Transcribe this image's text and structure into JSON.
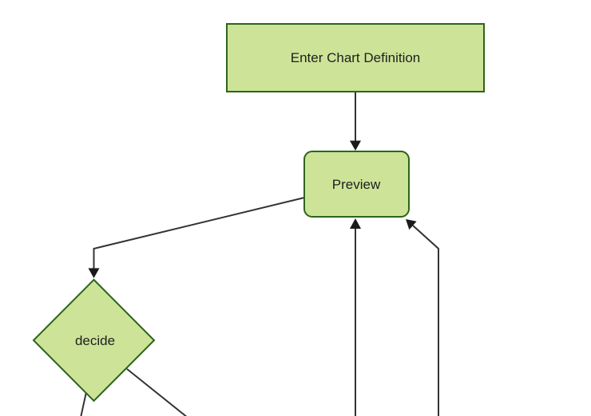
{
  "diagram": {
    "type": "flowchart",
    "direction": "top-down",
    "nodes": [
      {
        "id": "enter-chart-definition",
        "label": "Enter Chart Definition",
        "shape": "rectangle"
      },
      {
        "id": "preview",
        "label": "Preview",
        "shape": "rounded-rectangle"
      },
      {
        "id": "decide",
        "label": "decide",
        "shape": "diamond"
      }
    ],
    "edges": [
      {
        "from": "enter-chart-definition",
        "to": "preview",
        "arrow": true
      },
      {
        "from": "preview",
        "to": "decide",
        "arrow": true
      },
      {
        "from": "decide",
        "to": "offscreen-bottom-left",
        "arrow": false
      },
      {
        "from": "decide",
        "to": "offscreen-bottom-right",
        "arrow": false
      },
      {
        "from": "offscreen-bottom-center",
        "to": "preview",
        "arrow": true
      },
      {
        "from": "offscreen-bottom-right",
        "to": "preview",
        "arrow": true
      }
    ],
    "colors": {
      "background": "#ffffff",
      "node_fill": "#cde498",
      "node_border": "#2d641b",
      "edge_line": "#333333",
      "arrowhead": "#1a1a1a",
      "label_text": "#1f1f1f"
    }
  }
}
